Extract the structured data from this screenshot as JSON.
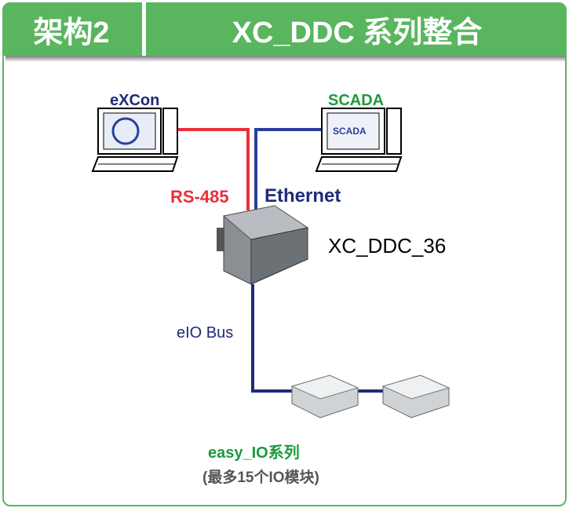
{
  "header": {
    "section": "架构2",
    "title": "XC_DDC 系列整合"
  },
  "nodes": {
    "excon": "eXCon",
    "scada": "SCADA",
    "scada_screen": "SCADA",
    "controller": "XC_DDC_36",
    "io_series": "easy_IO系列",
    "io_note": "(最多15个IO模块)"
  },
  "links": {
    "rs485": "RS-485",
    "ethernet": "Ethernet",
    "bus": "eIO Bus"
  },
  "colors": {
    "green": "#5ab55f",
    "red": "#e8303a",
    "blue": "#2a3f9a",
    "navy": "#1f2a7a",
    "text_green": "#1e9a3c"
  }
}
